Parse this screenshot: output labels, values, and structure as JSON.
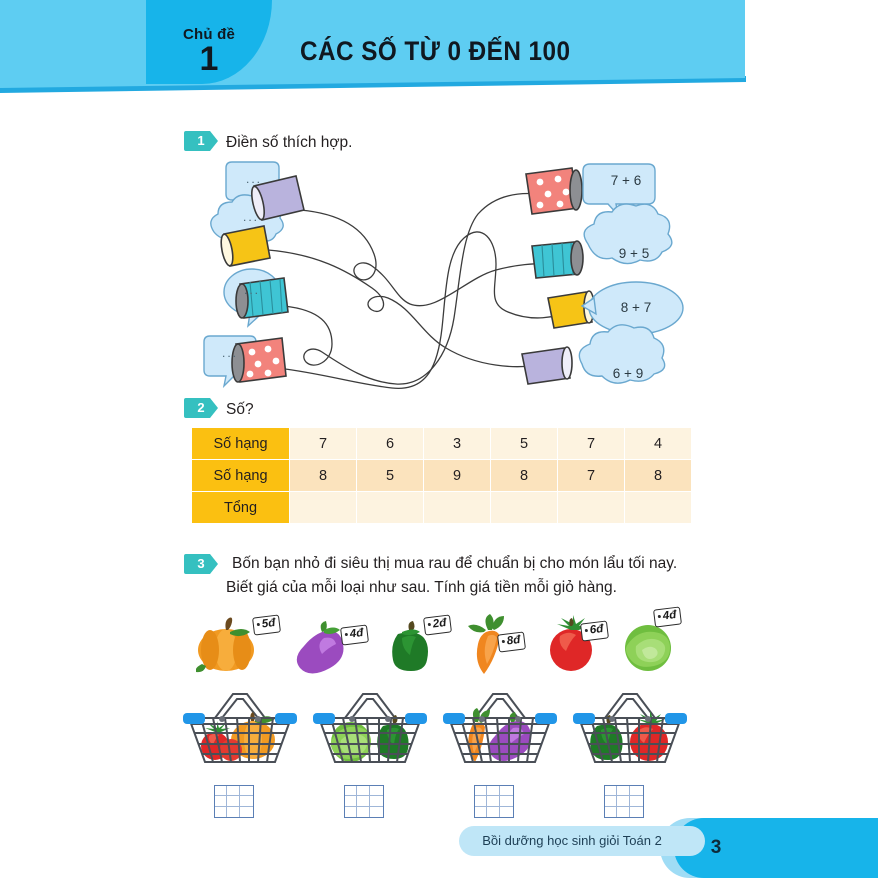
{
  "header": {
    "topic_label": "Chủ đề",
    "topic_number": "1",
    "title": "CÁC SỐ TỪ 0 ĐẾN 100",
    "banner_color": "#5ecdf2",
    "topic_block_color": "#17b4ea"
  },
  "exercises": [
    {
      "number": "1",
      "text": "Điền số thích hợp."
    },
    {
      "number": "2",
      "text": "Số?"
    },
    {
      "number": "3",
      "text": "Bốn bạn nhỏ đi siêu thị mua rau để chuẩn bị cho món lẩu tối nay. Biết giá của mỗi loại như sau. Tính giá tiền mỗi giỏ hàng."
    }
  ],
  "puzzle": {
    "left_items": [
      {
        "bubble": "...",
        "cup_color": "#b9b3dd",
        "shape": "rect"
      },
      {
        "bubble": "...",
        "cup_color": "#f6c416",
        "shape": "cloud"
      },
      {
        "bubble": "...",
        "cup_color": "#3fc5d4",
        "shape": "round"
      },
      {
        "bubble": "...",
        "cup_color": "#f2837c",
        "shape": "rect"
      }
    ],
    "right_items": [
      {
        "bubble": "7 + 6",
        "cup_color": "#f2837c",
        "shape": "rect"
      },
      {
        "bubble": "9 + 5",
        "cup_color": "#3fc5d4",
        "shape": "cloud"
      },
      {
        "bubble": "8 + 7",
        "cup_color": "#f6c416",
        "shape": "round"
      },
      {
        "bubble": "6 + 9",
        "cup_color": "#b9b3dd",
        "shape": "cloud"
      }
    ],
    "bubble_fill": "#cfe9fa"
  },
  "table": {
    "row_labels": [
      "Số hạng",
      "Số hạng",
      "Tổng"
    ],
    "rows": [
      [
        "7",
        "6",
        "3",
        "5",
        "7",
        "4"
      ],
      [
        "8",
        "5",
        "9",
        "8",
        "7",
        "8"
      ],
      [
        "",
        "",
        "",
        "",
        "",
        ""
      ]
    ],
    "header_color": "#fbc011",
    "cell_color_a": "#fdf3e0",
    "cell_color_b": "#fbe3bd"
  },
  "vegetables": [
    {
      "name": "pumpkin",
      "price": "5đ"
    },
    {
      "name": "eggplant",
      "price": "4đ"
    },
    {
      "name": "bell-pepper",
      "price": "2đ"
    },
    {
      "name": "carrot",
      "price": "8đ"
    },
    {
      "name": "tomato",
      "price": "6đ"
    },
    {
      "name": "cabbage",
      "price": "4đ"
    }
  ],
  "baskets": [
    {
      "contents": [
        "tomato",
        "pumpkin"
      ],
      "answer": ""
    },
    {
      "contents": [
        "cabbage",
        "bell-pepper"
      ],
      "answer": ""
    },
    {
      "contents": [
        "carrot",
        "eggplant"
      ],
      "answer": ""
    },
    {
      "contents": [
        "bell-pepper",
        "tomato"
      ],
      "answer": ""
    }
  ],
  "footer": {
    "text": "Bồi dưỡng học sinh giỏi Toán 2",
    "page_number": "3"
  }
}
